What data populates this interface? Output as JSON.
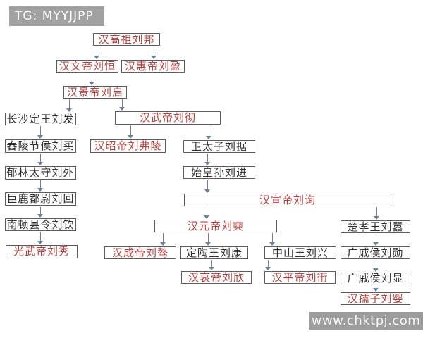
{
  "watermarks": {
    "top_left": {
      "text": "TG: MYYJJPP",
      "bg": "#a1a1a1",
      "text_color": "#ffffff"
    },
    "bottom_right": {
      "text": "www.chktpj.com",
      "bg": "#9d9d9d",
      "text_color": "#f5f5f5"
    }
  },
  "colors": {
    "background": "#ffffff",
    "emperor_label": "#b2423f",
    "relative_label": "#303030",
    "box_border": "#5c5c5c",
    "arrow": "#6e8098",
    "arrow_highlight": "#5b7ec2"
  },
  "diagram": {
    "nodes": [
      {
        "id": "gaozu",
        "label": "汉高祖刘邦",
        "emphasis": "red"
      },
      {
        "id": "wendi",
        "label": "汉文帝刘恒",
        "emphasis": "red"
      },
      {
        "id": "huidi",
        "label": "汉惠帝刘盈",
        "emphasis": "red"
      },
      {
        "id": "jingdi",
        "label": "汉景帝刘启",
        "emphasis": "red"
      },
      {
        "id": "liufa",
        "label": "长沙定王刘发",
        "emphasis": "black"
      },
      {
        "id": "wudi",
        "label": "汉武帝刘彻",
        "emphasis": "red"
      },
      {
        "id": "liumai",
        "label": "舂陵节侯刘买",
        "emphasis": "black"
      },
      {
        "id": "zhaodi",
        "label": "汉昭帝刘弗陵",
        "emphasis": "red"
      },
      {
        "id": "liuju",
        "label": "卫太子刘据",
        "emphasis": "black"
      },
      {
        "id": "liuwai",
        "label": "郁林太守刘外",
        "emphasis": "black"
      },
      {
        "id": "liujin",
        "label": "始皇孙刘进",
        "emphasis": "black"
      },
      {
        "id": "liuhui",
        "label": "巨鹿都尉刘回",
        "emphasis": "black"
      },
      {
        "id": "xuandi",
        "label": "汉宣帝刘询",
        "emphasis": "red"
      },
      {
        "id": "liuqin",
        "label": "南顿县令刘钦",
        "emphasis": "black"
      },
      {
        "id": "yuandi",
        "label": "汉元帝刘奭",
        "emphasis": "red"
      },
      {
        "id": "guangwu",
        "label": "光武帝刘秀",
        "emphasis": "red"
      },
      {
        "id": "chengdi",
        "label": "汉成帝刘骜",
        "emphasis": "red"
      },
      {
        "id": "liukang",
        "label": "定陶王刘康",
        "emphasis": "black"
      },
      {
        "id": "liuxing",
        "label": "中山王刘兴",
        "emphasis": "black"
      },
      {
        "id": "chuxiao",
        "label": "楚孝王刘嚣",
        "emphasis": "black"
      },
      {
        "id": "aidi",
        "label": "汉哀帝刘欣",
        "emphasis": "red"
      },
      {
        "id": "pingdi",
        "label": "汉平帝刘衎",
        "emphasis": "red"
      },
      {
        "id": "liuxun",
        "label": "广戚侯刘勋",
        "emphasis": "black"
      },
      {
        "id": "liuxian",
        "label": "广戚侯刘显",
        "emphasis": "black"
      },
      {
        "id": "ruzi",
        "label": "汉孺子刘婴",
        "emphasis": "red"
      }
    ],
    "edges": [
      {
        "from": "gaozu",
        "to": "wendi"
      },
      {
        "from": "gaozu",
        "to": "huidi"
      },
      {
        "from": "wendi",
        "to": "jingdi"
      },
      {
        "from": "jingdi",
        "to": "liufa"
      },
      {
        "from": "jingdi",
        "to": "wudi"
      },
      {
        "from": "wudi",
        "to": "zhaodi"
      },
      {
        "from": "wudi",
        "to": "liuju"
      },
      {
        "from": "liufa",
        "to": "liumai"
      },
      {
        "from": "liumai",
        "to": "liuwai"
      },
      {
        "from": "liuwai",
        "to": "liuhui"
      },
      {
        "from": "liuhui",
        "to": "liuqin"
      },
      {
        "from": "liuqin",
        "to": "guangwu"
      },
      {
        "from": "liuju",
        "to": "liujin"
      },
      {
        "from": "liujin",
        "to": "xuandi"
      },
      {
        "from": "xuandi",
        "to": "yuandi"
      },
      {
        "from": "xuandi",
        "to": "chuxiao"
      },
      {
        "from": "yuandi",
        "to": "chengdi"
      },
      {
        "from": "yuandi",
        "to": "liukang"
      },
      {
        "from": "yuandi",
        "to": "liuxing"
      },
      {
        "from": "liukang",
        "to": "aidi"
      },
      {
        "from": "liuxing",
        "to": "pingdi"
      },
      {
        "from": "chuxiao",
        "to": "liuxun"
      },
      {
        "from": "liuxun",
        "to": "liuxian"
      },
      {
        "from": "liuxian",
        "to": "ruzi"
      }
    ]
  }
}
